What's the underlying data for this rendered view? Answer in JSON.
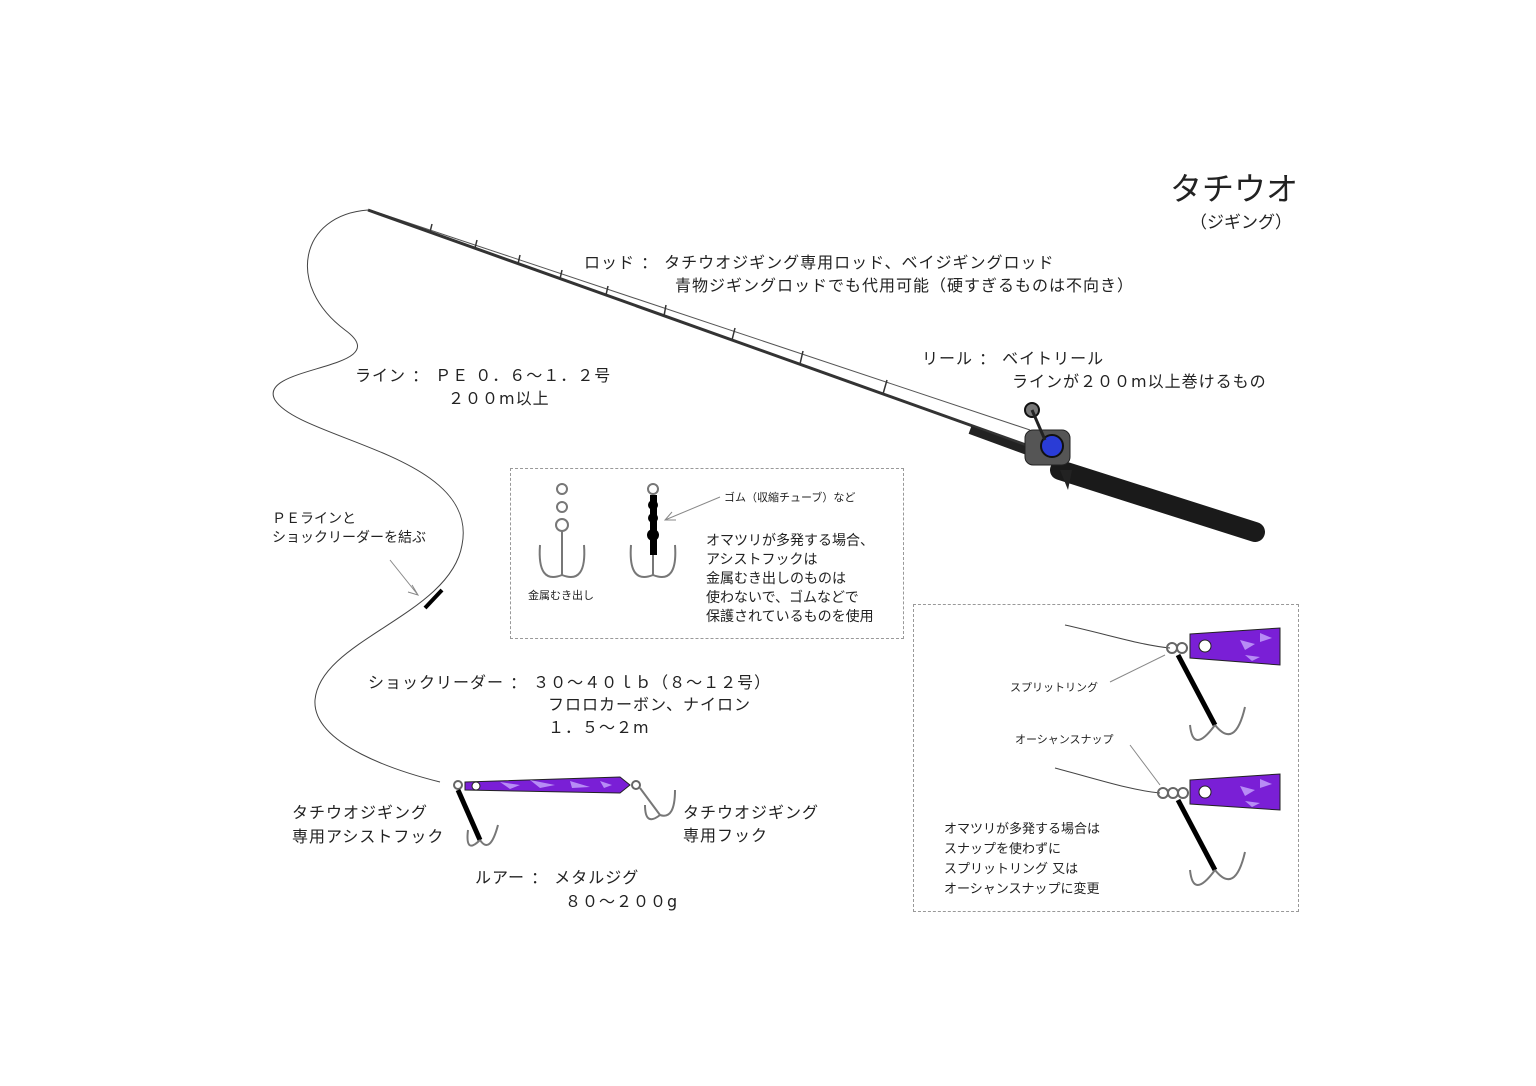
{
  "title": {
    "main": "タチウオ",
    "sub": "（ジギング）"
  },
  "rod": {
    "line1": "ロッド ： タチウオジギング専用ロッド、ベイジギングロッド",
    "line2": "青物ジギングロッドでも代用可能（硬すぎるものは不向き）"
  },
  "reel": {
    "line1": "リール ： ベイトリール",
    "line2": "ラインが２００m以上巻けるもの"
  },
  "line": {
    "line1": "ライン ： ＰＥ ０．６～１．２号",
    "line2": "２００m以上"
  },
  "knot": {
    "line1": "ＰＥラインと",
    "line2": "ショックリーダーを結ぶ"
  },
  "leader": {
    "line1": "ショックリーダー ： ３０～４０ｌｂ（８～１２号）",
    "line2": "フロロカーボン、ナイロン",
    "line3": "１．５～２m"
  },
  "assist_hook": {
    "line1": "タチウオジギング",
    "line2": "専用アシストフック"
  },
  "tail_hook": {
    "line1": "タチウオジギング",
    "line2": "専用フック"
  },
  "lure": {
    "line1": "ルアー ： メタルジグ",
    "line2": "８０～２００g"
  },
  "box1": {
    "rubber_label": "ゴム（収縮チューブ）など",
    "bare_label": "金属むき出し",
    "notes": [
      "オマツリが多発する場合、",
      "アシストフックは",
      "金属むき出しのものは",
      "使わないで、ゴムなどで",
      "保護されているものを使用"
    ]
  },
  "box2": {
    "split_ring_label": "スプリットリング",
    "ocean_snap_label": "オーシャンスナップ",
    "notes": [
      "オマツリが多発する場合は",
      "スナップを使わずに",
      "スプリットリング 又は",
      "オーシャンスナップに変更"
    ]
  },
  "colors": {
    "lure": "#7a1fd6",
    "lure_pattern": "#b78cf5",
    "rod": "#222222"
  }
}
